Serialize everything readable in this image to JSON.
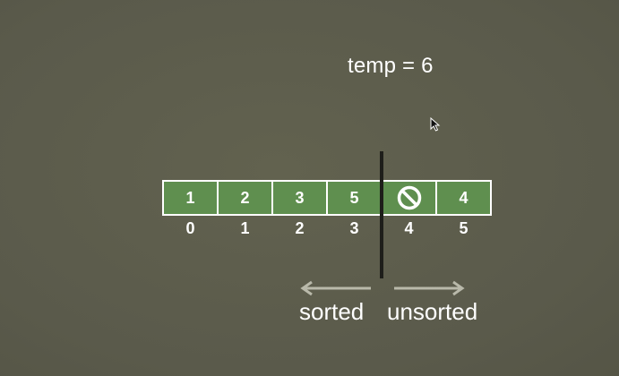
{
  "temp": {
    "text": "temp = 6"
  },
  "array": {
    "cells": [
      {
        "value": "1",
        "icon": null
      },
      {
        "value": "2",
        "icon": null
      },
      {
        "value": "3",
        "icon": null
      },
      {
        "value": "5",
        "icon": null
      },
      {
        "value": "",
        "icon": "prohibited-icon"
      },
      {
        "value": "4",
        "icon": null
      }
    ],
    "indices": [
      "0",
      "1",
      "2",
      "3",
      "4",
      "5"
    ]
  },
  "regions": {
    "sorted_label": "sorted",
    "unsorted_label": "unsorted"
  },
  "colors": {
    "background": "#5c5c4d",
    "cell_fill": "#5f8f4f",
    "cell_border": "#ffffff",
    "divider": "#1e1e1a",
    "arrow": "#b9b9aa"
  }
}
